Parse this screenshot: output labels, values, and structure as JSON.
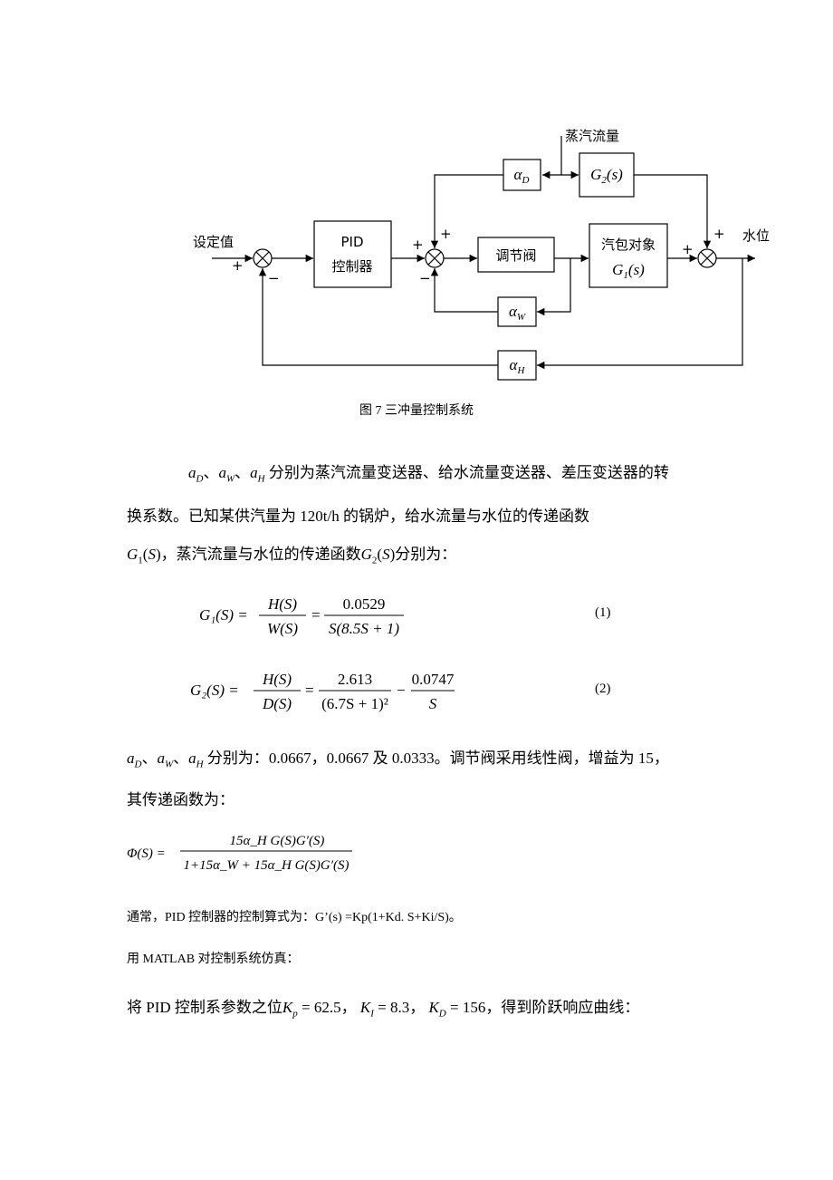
{
  "diagram": {
    "steam_flow": "蒸汽流量",
    "setpoint": "设定值",
    "water_level": "水位",
    "pid_line1": "PID",
    "pid_line2": "控制器",
    "valve": "调节阀",
    "drum_line1": "汽包对象",
    "g1": "G",
    "g1_sub": "1",
    "g1_arg": "(s)",
    "g2": "G",
    "g2_sub": "2",
    "g2_arg": "(s)",
    "alpha": "α",
    "alpha_d_sub": "D",
    "alpha_w_sub": "W",
    "alpha_h_sub": "H",
    "plus": "+",
    "minus": "−"
  },
  "caption": "图 7 三冲量控制系统",
  "para1": {
    "line1_text": "分别为蒸汽流量变送器、给水流量变送器、差压变送器的转",
    "line2": "换系数。已知某供汽量为 120t/h 的锅炉，给水流量与水位的传递函数",
    "line3_mid": "，蒸汽流量与水位的传递函数",
    "line3_end": "分别为："
  },
  "eq1": {
    "lhs": "G₁(S) =",
    "num1": "H(S)",
    "den1": "W(S)",
    "num2": "0.0529",
    "den2": "S(8.5S + 1)",
    "number": "(1)"
  },
  "eq2": {
    "lhs": "G₂(S) =",
    "num1": "H(S)",
    "den1": "D(S)",
    "num2": "2.613",
    "den2": "(6.7S + 1)²",
    "num3": "0.0747",
    "den3": "S",
    "number": "(2)"
  },
  "para2": {
    "line1_text": "分别为：0.0667，0.0667 及 0.0333。调节阀采用线性阀，增益为 15，",
    "line2": "其传递函数为："
  },
  "phi": {
    "lhs": "Φ(S) =",
    "num": "15α_H G(S)G′(S)",
    "den": "1+15α_W + 15α_H G(S)G′(S)"
  },
  "line_pid": "通常，PID 控制器的控制算式为：G’(s) =Kp(1+Kd. S+Ki/S)。",
  "line_matlab": "用 MATLAB 对控制系统仿真：",
  "line_params": {
    "prefix": "将 PID 控制系参数之位",
    "kp": "62.5",
    "ki": "8.3",
    "kd": "156",
    "suffix": "，得到阶跃响应曲线："
  }
}
